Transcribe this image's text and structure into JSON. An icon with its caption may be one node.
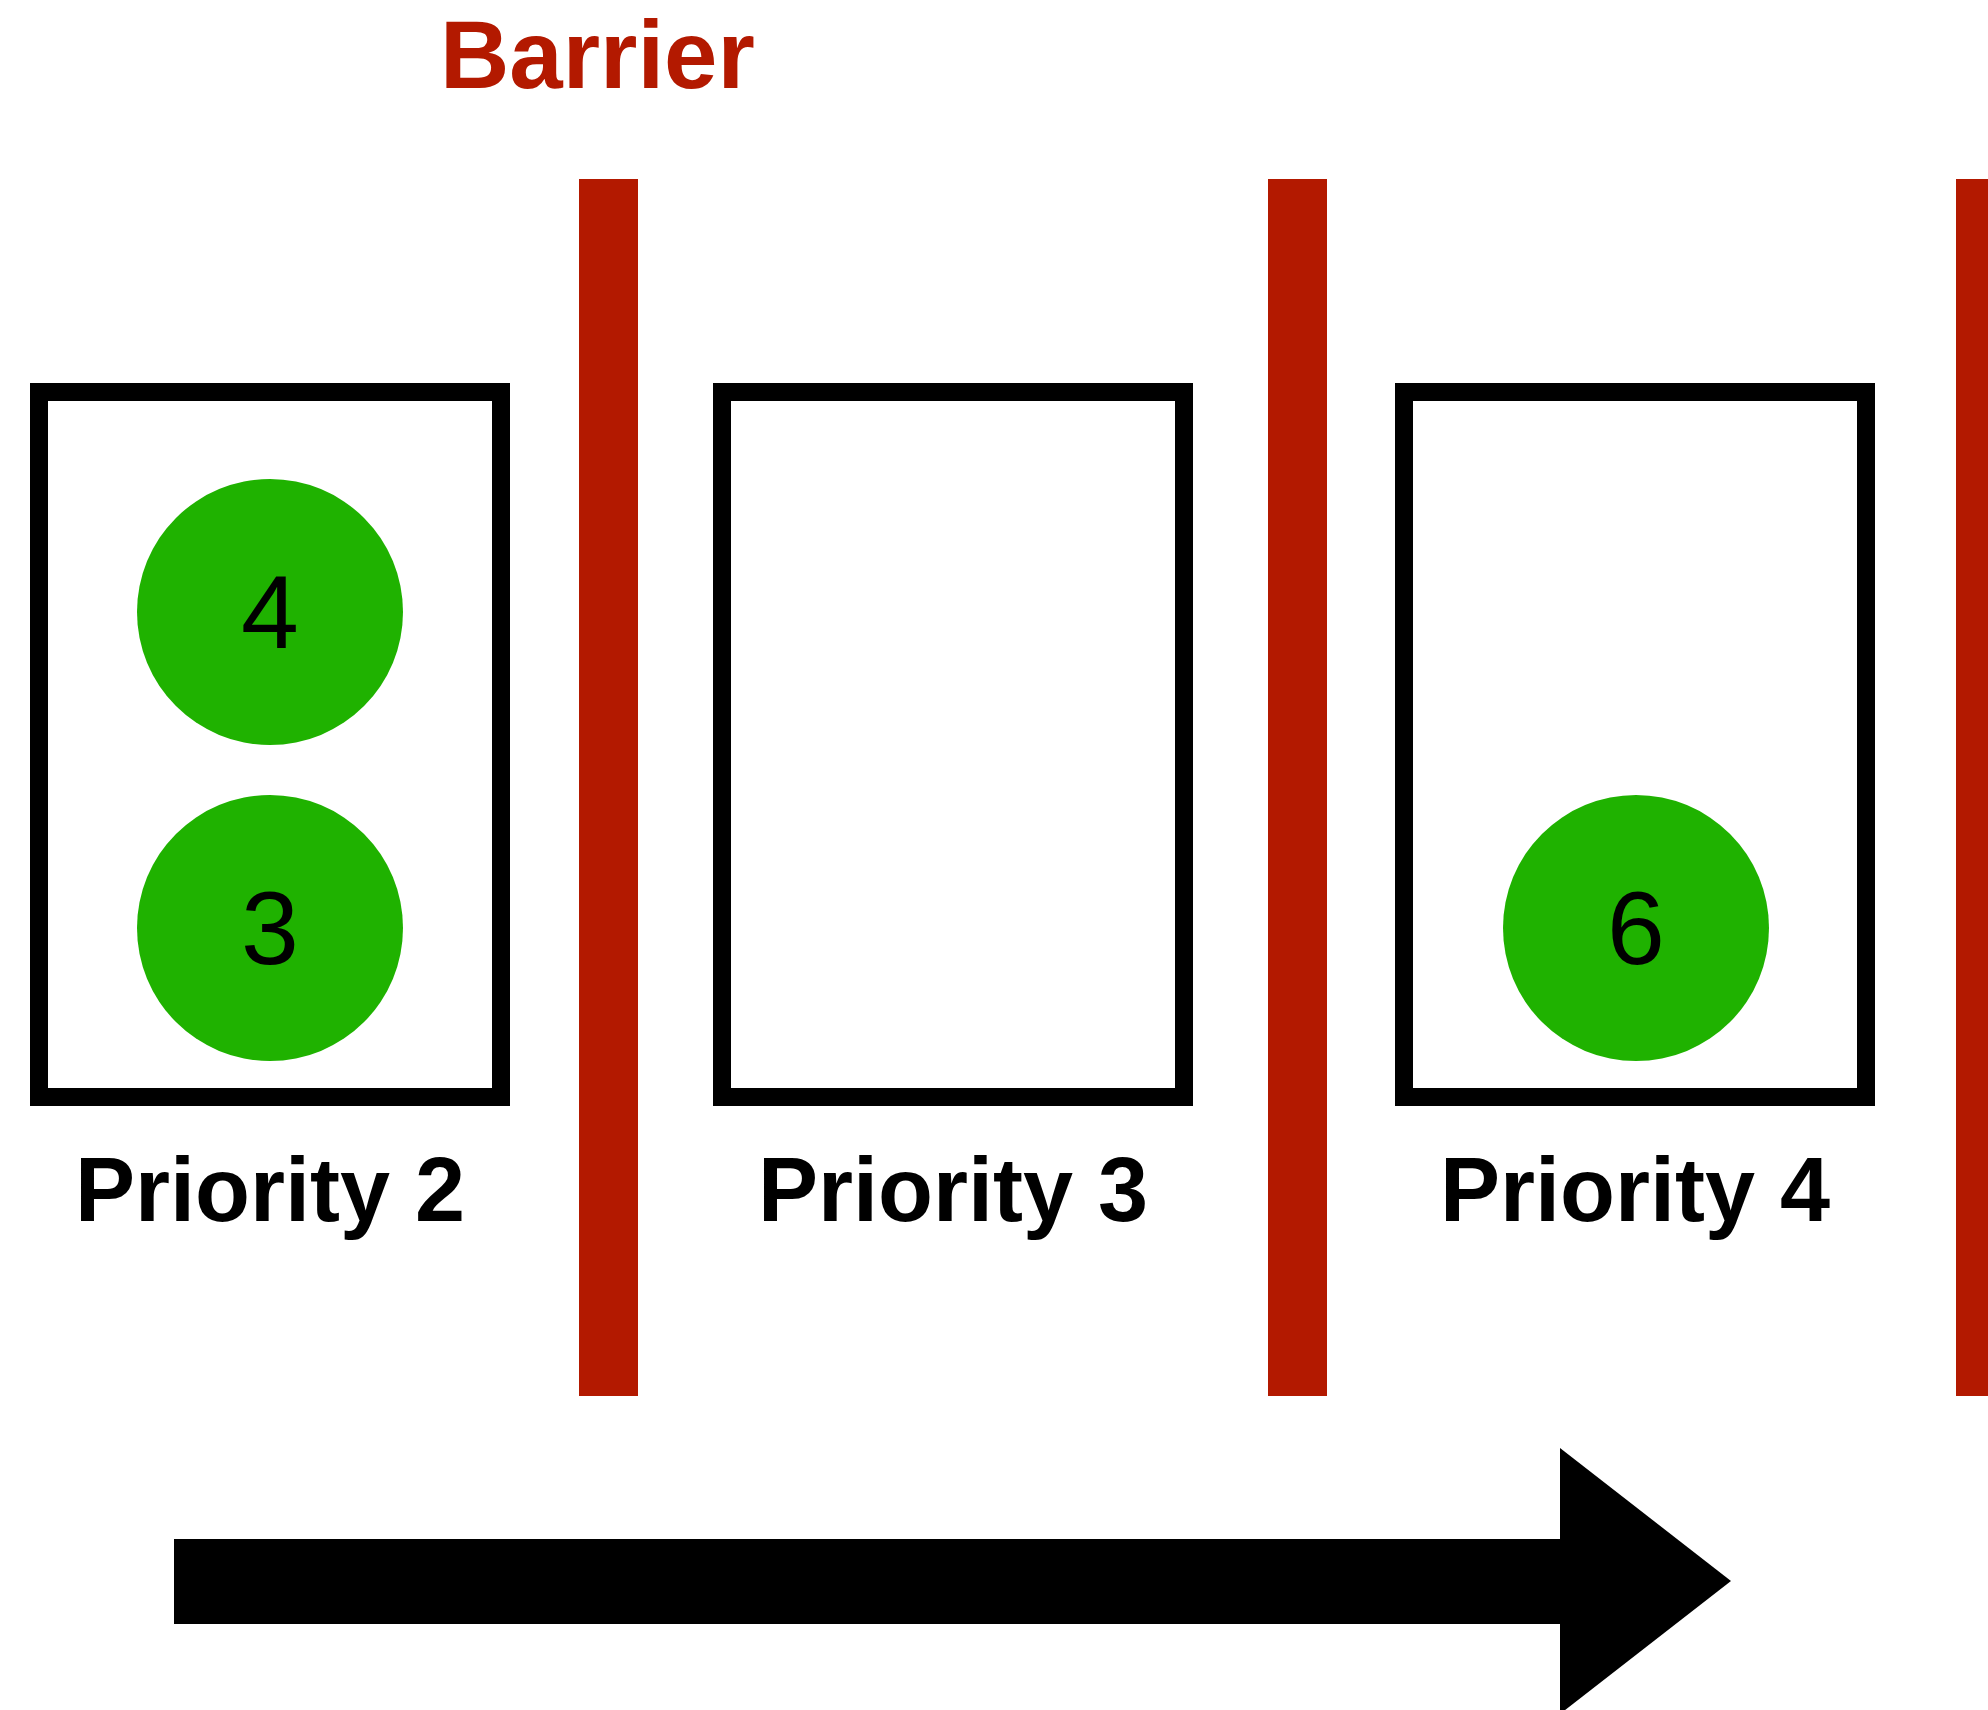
{
  "diagram": {
    "nodes": [
      {
        "text": [
          "Priority 2"
        ]
      },
      {
        "text": [
          "4"
        ],
        "in": 0
      },
      {
        "text": [
          "3"
        ],
        "in": 0
      },
      {
        "text": [
          "Priority 3"
        ]
      },
      {
        "text": [
          "Priority 4"
        ]
      },
      {
        "text": [
          "6"
        ],
        "in": 4
      },
      {
        "text": [],
        "shape": "bar"
      },
      {
        "text": [],
        "shape": "bar"
      },
      {
        "text": [],
        "shape": "bar"
      }
    ],
    "labels": [
      "Barrier"
    ]
  }
}
